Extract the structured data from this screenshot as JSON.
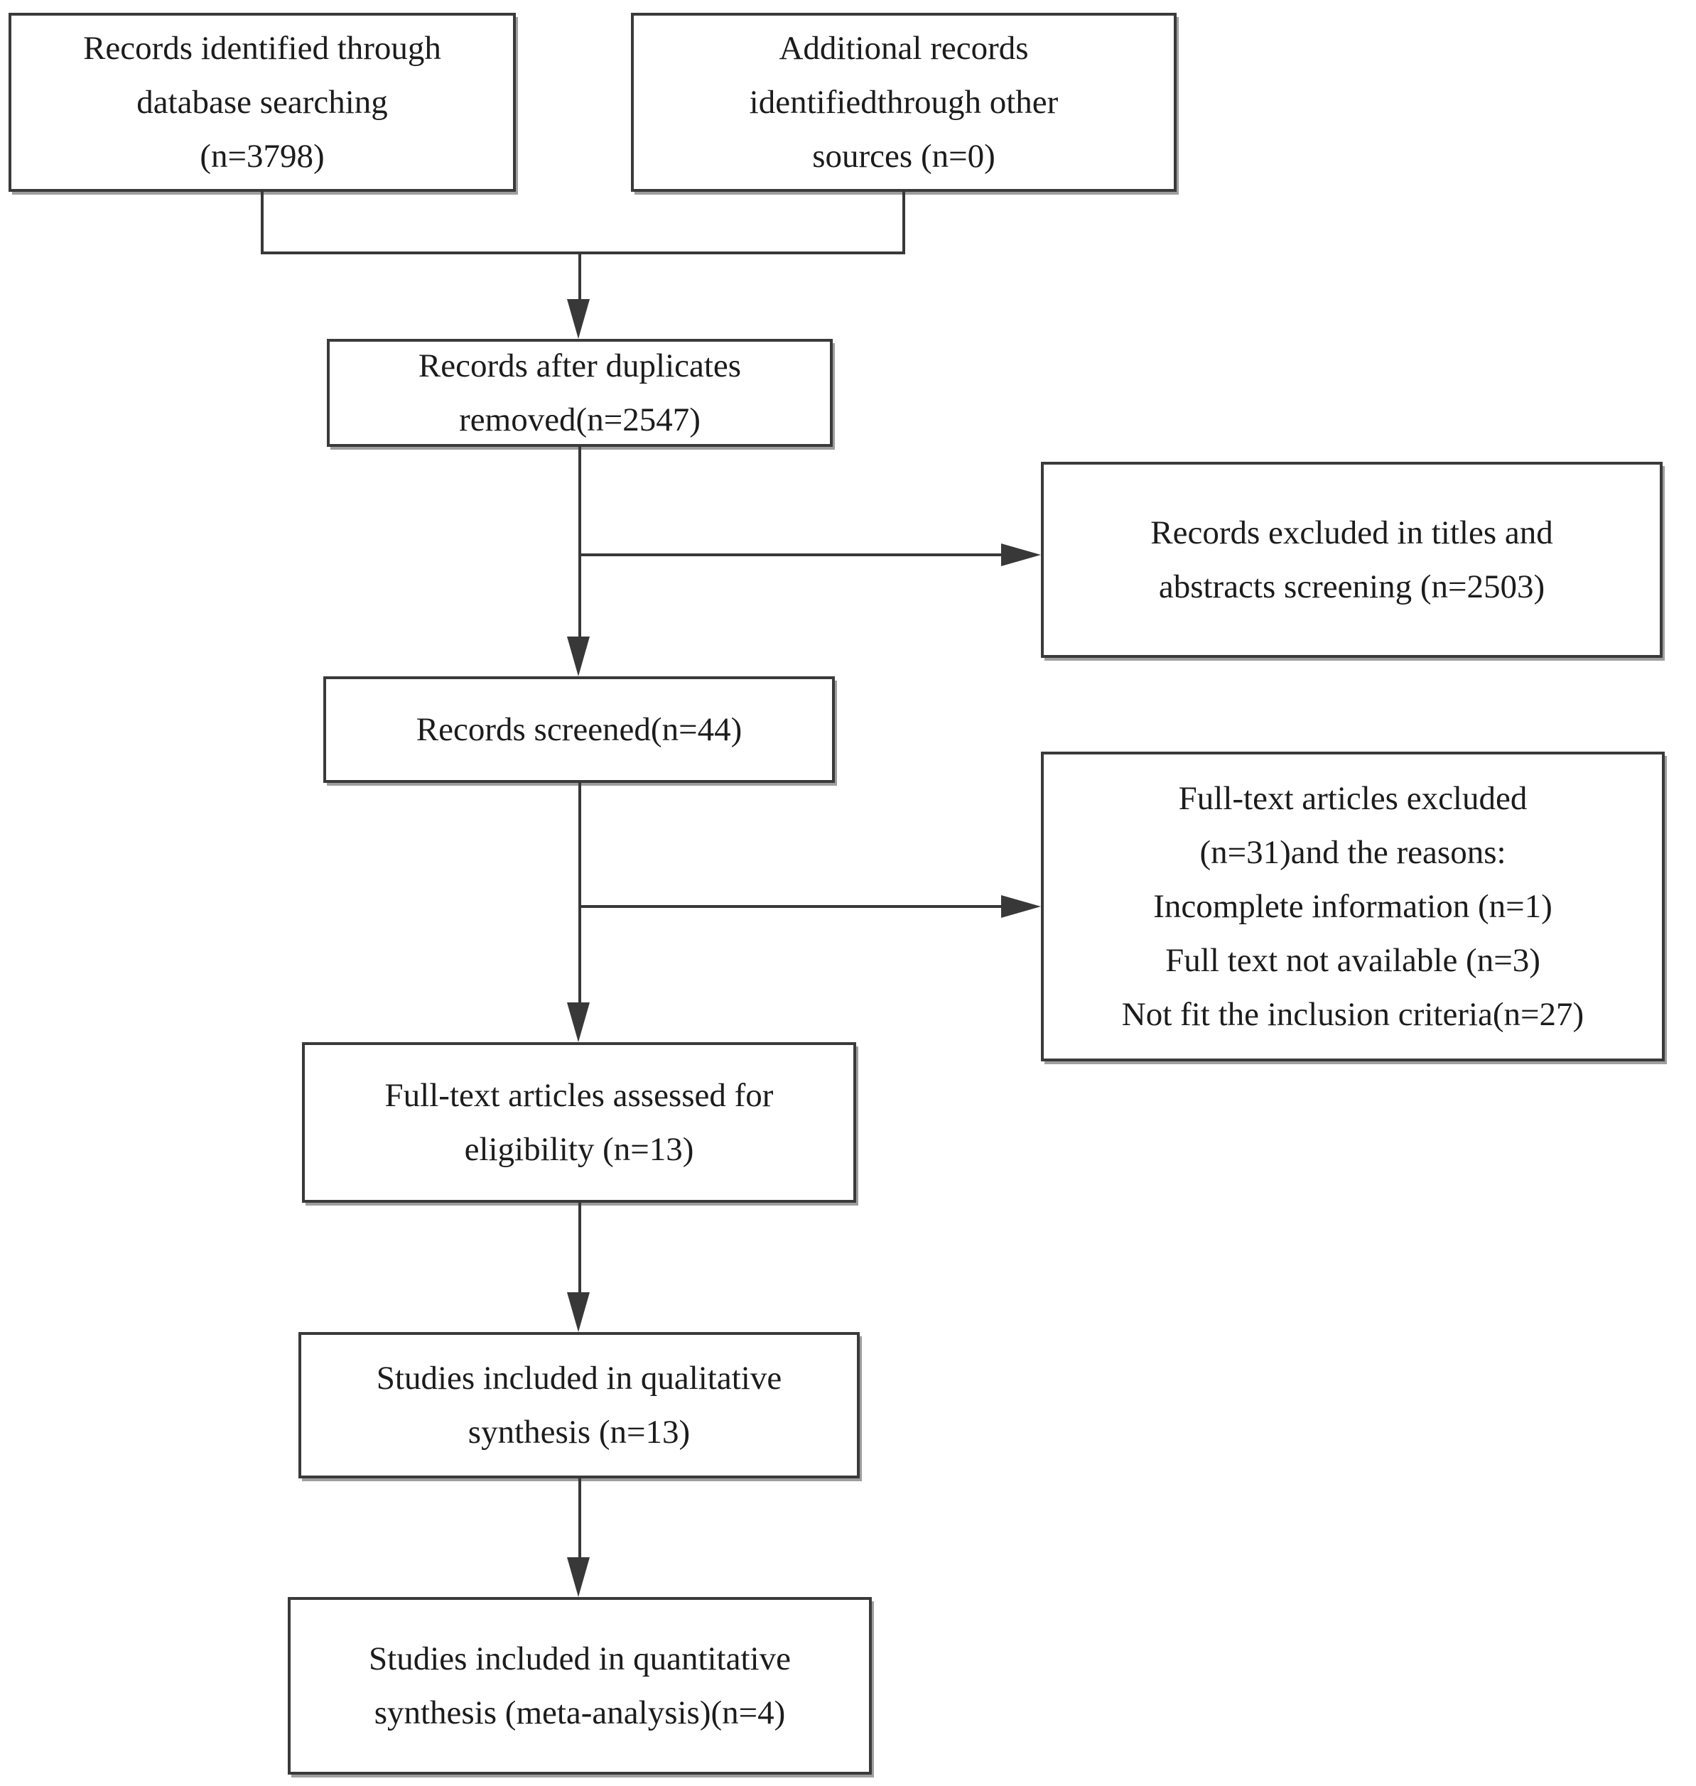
{
  "diagram": {
    "type": "flowchart",
    "style": "prisma-study-selection",
    "colors": {
      "border": "#3a3a3a",
      "shadow": "#9e9e9e",
      "text": "#1c1c1c",
      "background": "#ffffff",
      "line": "#383838"
    },
    "boxes": {
      "identification_database": {
        "lines": [
          "Records identified through",
          "database searching",
          "(n=3798)"
        ],
        "n": 3798
      },
      "identification_other": {
        "lines": [
          "Additional records",
          "identifiedthrough other",
          "sources (n=0)"
        ],
        "n": 0
      },
      "duplicates_removed": {
        "lines": [
          "Records after duplicates",
          "removed(n=2547)"
        ],
        "n": 2547
      },
      "records_screened": {
        "lines": [
          "Records screened(n=44)"
        ],
        "n": 44
      },
      "excluded_screening": {
        "lines": [
          "Records excluded in titles and",
          "abstracts screening (n=2503)"
        ],
        "n": 2503
      },
      "excluded_fulltext": {
        "lines": [
          "Full-text articles excluded",
          "(n=31)and the reasons:",
          "Incomplete information (n=1)",
          "Full text not available (n=3)",
          "Not fit the inclusion criteria(n=27)"
        ],
        "n": 31,
        "reasons": [
          {
            "label": "Incomplete information",
            "n": 1
          },
          {
            "label": "Full text not available",
            "n": 3
          },
          {
            "label": "Not fit the inclusion criteria",
            "n": 27
          }
        ]
      },
      "fulltext_assessed": {
        "lines": [
          "Full-text articles assessed for",
          "eligibility (n=13)"
        ],
        "n": 13
      },
      "qualitative_synthesis": {
        "lines": [
          "Studies included in qualitative",
          "synthesis (n=13)"
        ],
        "n": 13
      },
      "quantitative_synthesis": {
        "lines": [
          "Studies included in quantitative",
          "synthesis (meta-analysis)(n=4)"
        ],
        "n": 4
      }
    }
  }
}
